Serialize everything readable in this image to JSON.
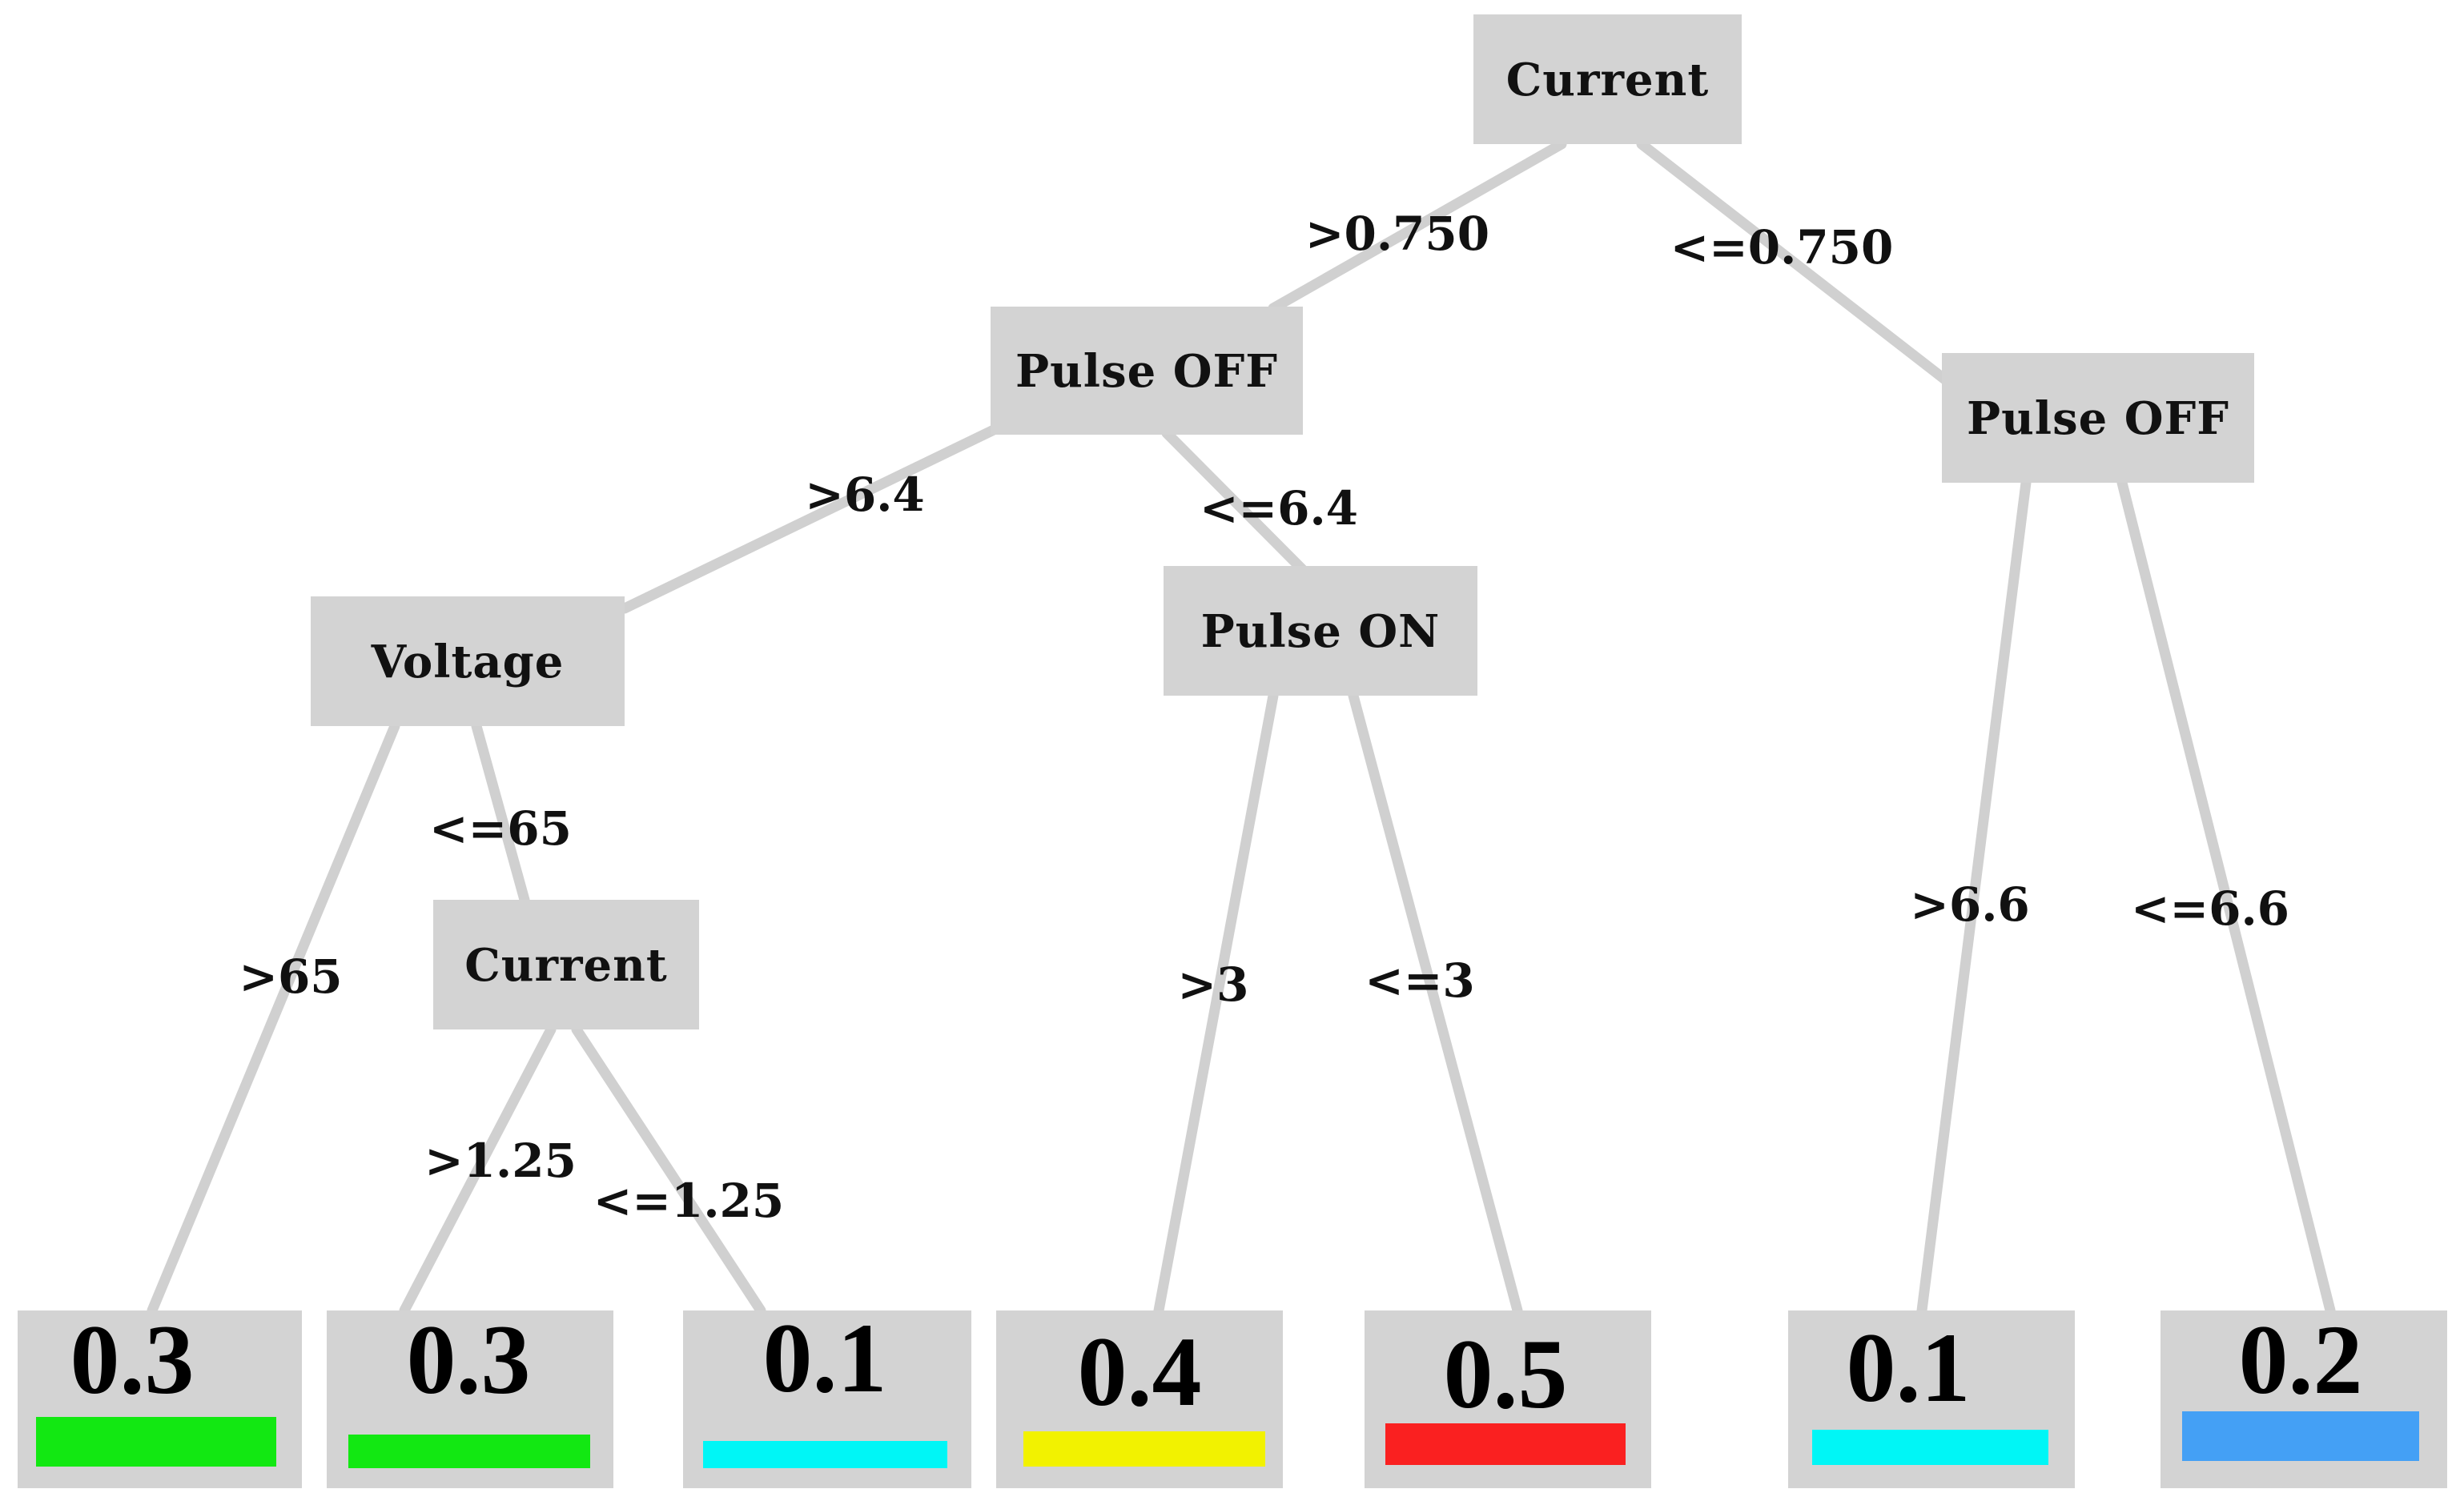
{
  "internal_nodes": [
    {
      "id": "n_root",
      "label": "Current"
    },
    {
      "id": "n_l",
      "label": "Pulse OFF"
    },
    {
      "id": "n_r",
      "label": "Pulse OFF"
    },
    {
      "id": "n_ll",
      "label": "Voltage"
    },
    {
      "id": "n_lr",
      "label": "Pulse ON"
    },
    {
      "id": "n_llr",
      "label": "Current"
    }
  ],
  "leaves": [
    {
      "id": "leaf1",
      "value": "0.3",
      "color": "#12e812"
    },
    {
      "id": "leaf2",
      "value": "0.3",
      "color": "#12e812"
    },
    {
      "id": "leaf3",
      "value": "0.1",
      "color": "#00f6f6"
    },
    {
      "id": "leaf4",
      "value": "0.4",
      "color": "#f2f200"
    },
    {
      "id": "leaf5",
      "value": "0.5",
      "color": "#fa2020"
    },
    {
      "id": "leaf6",
      "value": "0.1",
      "color": "#00f6f6"
    },
    {
      "id": "leaf7",
      "value": "0.2",
      "color": "#44a0f5"
    }
  ],
  "edges": [
    {
      "from": "n_root",
      "to": "n_l",
      "label": ">0.750"
    },
    {
      "from": "n_root",
      "to": "n_r",
      "label": "<=0.750"
    },
    {
      "from": "n_l",
      "to": "n_ll",
      "label": ">6.4"
    },
    {
      "from": "n_l",
      "to": "n_lr",
      "label": "<=6.4"
    },
    {
      "from": "n_ll",
      "to": "leaf1",
      "label": ">65"
    },
    {
      "from": "n_ll",
      "to": "n_llr",
      "label": "<=65"
    },
    {
      "from": "n_llr",
      "to": "leaf2",
      "label": ">1.25"
    },
    {
      "from": "n_llr",
      "to": "leaf3",
      "label": "<=1.25"
    },
    {
      "from": "n_lr",
      "to": "leaf4",
      "label": ">3"
    },
    {
      "from": "n_lr",
      "to": "leaf5",
      "label": "<=3"
    },
    {
      "from": "n_r",
      "to": "leaf6",
      "label": ">6.6"
    },
    {
      "from": "n_r",
      "to": "leaf7",
      "label": "<=6.6"
    }
  ],
  "colors": {
    "node_fill": "#d3d3d3",
    "edge": "#d0d0d0"
  }
}
